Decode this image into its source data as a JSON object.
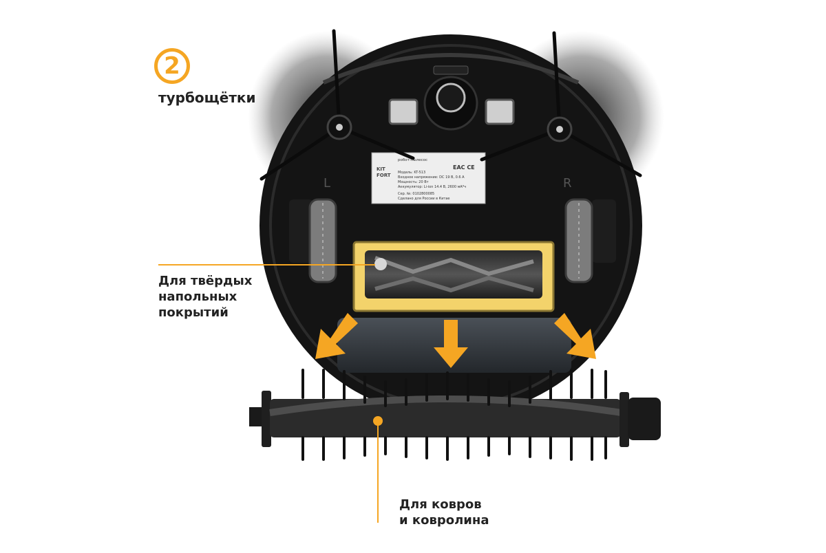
{
  "badge": {
    "number": "2"
  },
  "title": "турбощётки",
  "hard_floor_label": {
    "line1": "Для твёрдых",
    "line2": "напольных",
    "line3": "покрытий"
  },
  "carpet_label": {
    "line1": "Для ковров",
    "line2": "и ковролина"
  },
  "robot": {
    "label_plate": {
      "brand_line1": "KIT",
      "brand_line2": "FORT",
      "product": "робот-пылесос",
      "marks": "EAC CE",
      "line_model": "Модель: KT-513",
      "line_voltage": "Входное напряжение: DC 19 В, 0.6 А",
      "line_power": "Мощность: 20 Вт",
      "line_battery": "Аккумулятор: Li-ion 14.4 В, 2600 мА*ч",
      "line_serial": "Сер. №: 0102800085",
      "line_origin": "Сделано для России в Китае"
    },
    "side_left": "L",
    "side_right": "R"
  },
  "colors": {
    "accent": "#f5a623",
    "frame": "#f3d36b",
    "body": "#161616"
  }
}
